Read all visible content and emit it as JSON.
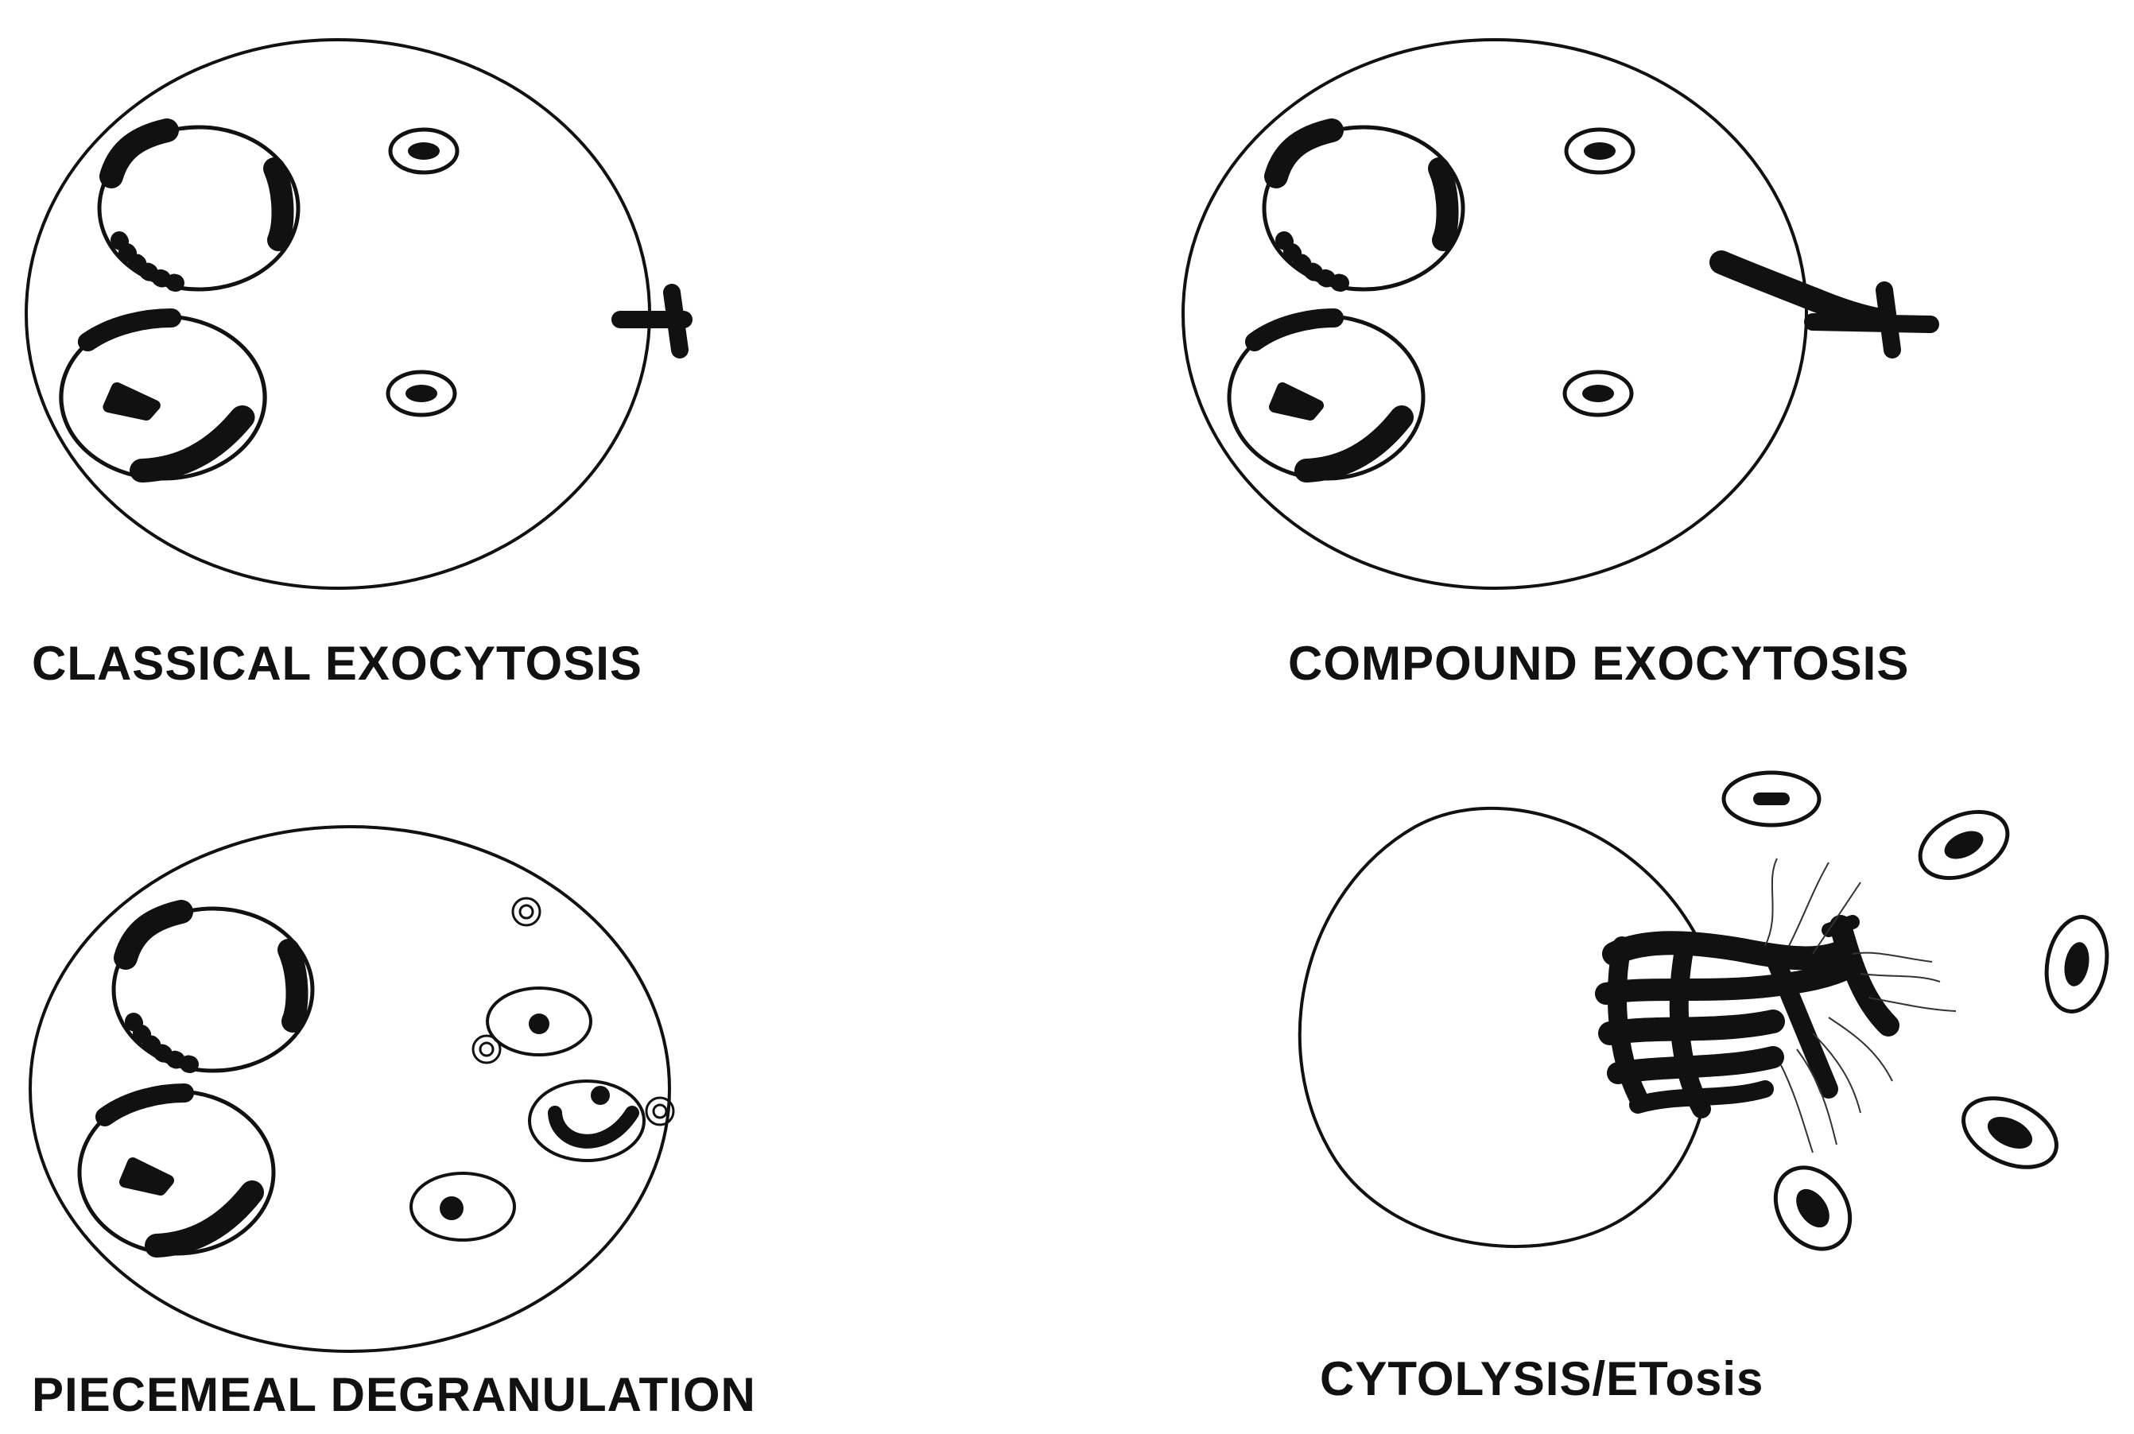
{
  "panels": {
    "classical": {
      "label": "CLASSICAL EXOCYTOSIS"
    },
    "compound": {
      "label": "COMPOUND EXOCYTOSIS"
    },
    "piecemeal": {
      "label": "PIECEMEAL DEGRANULATION"
    },
    "cytolysis": {
      "label": "CYTOLYSIS/ETosis"
    }
  },
  "colors": {
    "ink": "#111111",
    "background": "#ffffff"
  }
}
